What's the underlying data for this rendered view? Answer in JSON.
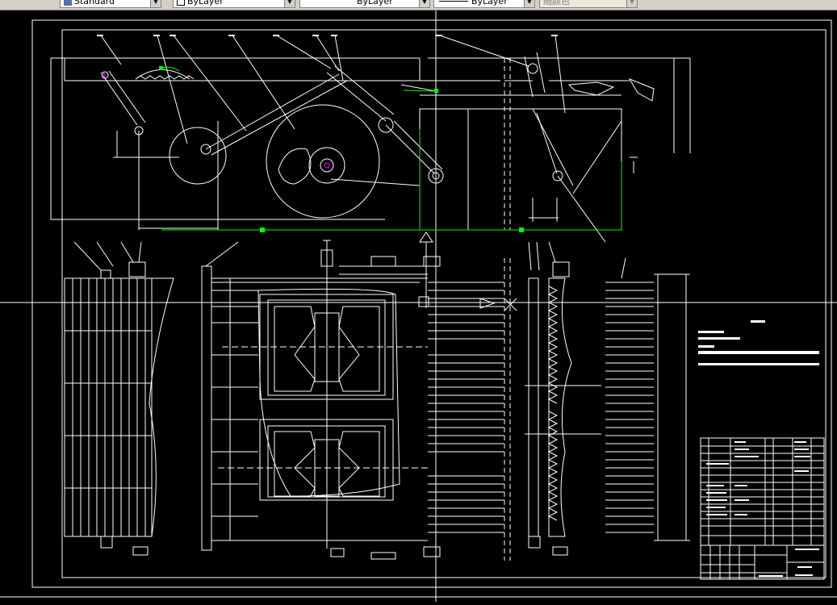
{
  "toolbar": {
    "text_style": {
      "value": "Standard"
    },
    "layer_color": {
      "value": "ByLayer"
    },
    "linetype": {
      "value": "ByLayer"
    },
    "lineweight": {
      "value": "ByLayer"
    },
    "plot_style": {
      "value": "随颜色"
    }
  },
  "colors": {
    "background": "#000000",
    "drawing_lines": "#ffffff",
    "selection": "#00ff00",
    "grip": "#00ff00",
    "highlight": "#ff00ff"
  },
  "icons": {
    "text_style_icon": "text-style-icon",
    "dropdown_icon": "chevron-down-icon",
    "ucs_icon": "ucs-arrow-icon"
  }
}
